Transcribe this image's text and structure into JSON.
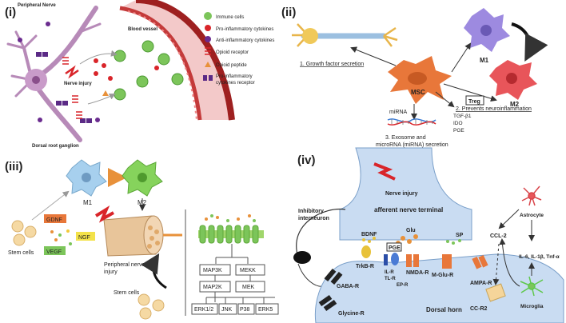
{
  "panels": {
    "i": {
      "label": "(i)",
      "peripheral_nerve": "Peripheral Nerve",
      "blood_vessel": "Blood vessel",
      "nerve_injury": "Nerve injury",
      "drg": "Dorsal root ganglion",
      "legend": [
        {
          "label": "Immune cells",
          "color": "#7cc55a"
        },
        {
          "label": "Pro-inflammatory cytokines",
          "color": "#d9252a"
        },
        {
          "label": "Anti-inflammatory cytokines",
          "color": "#6b2c8f"
        },
        {
          "label": "Opioid receptor",
          "color": "#d9252a"
        },
        {
          "label": "Opioid peptide",
          "color": "#e8913a"
        },
        {
          "label": "Pro-inflammatory",
          "color": "#5b2a86"
        },
        {
          "label": "cytokines receptor",
          "color": "#5b2a86"
        }
      ]
    },
    "ii": {
      "label": "(ii)",
      "growth": "1. Growth factor secretion",
      "msc": "MSC",
      "m1": "M1",
      "m2": "M2",
      "prevents": "2. Prevents neuroinflammation",
      "treg": "Treg",
      "mirna": "miRNA",
      "factors": [
        "TGF-β1",
        "IDO",
        "PGE"
      ],
      "exosome_1": "3. Exosome and",
      "exosome_2": "microRNA (miRNA) secretion"
    },
    "iii": {
      "label": "(iii)",
      "m1": "M1",
      "m2": "M2",
      "gdnf": "GDNF",
      "ngf": "NGF",
      "vegf": "VEGF",
      "stem_cells_1": "Stem cells",
      "stem_cells_2": "Stem cells",
      "injury_1": "Peripheral nerve",
      "injury_2": "injury",
      "kinases": [
        "MAP3K",
        "MEKK",
        "MAP2K",
        "MEK",
        "ERK1/2",
        "JNK",
        "P38",
        "ERK5"
      ]
    },
    "iv": {
      "label": "(iv)",
      "nerve_injury": "Nerve injury",
      "afferent": "afferent nerve terminal",
      "inhibitory_1": "Inhibitory",
      "inhibitory_2": "interneuron",
      "bdnf": "BDNF",
      "glu": "Glu",
      "sp": "SP",
      "pge": "PGE",
      "trkb": "TrkB-R",
      "ilr": "IL-R",
      "tlr": "TL-R",
      "epr": "EP-R",
      "nmda": "NMDA-R",
      "mglu": "M-Glu-R",
      "ampa": "AMPA-R",
      "gaba": "GABA-R",
      "glycine": "Glycine-R",
      "dorsal_horn": "Dorsal horn",
      "ccr2": "CC-R2",
      "ccl2": "CCL-2",
      "astrocyte": "Astrocyte",
      "cytokines": "IL-6, IL-1β, Tnf-α",
      "microglia": "Microglia"
    }
  }
}
